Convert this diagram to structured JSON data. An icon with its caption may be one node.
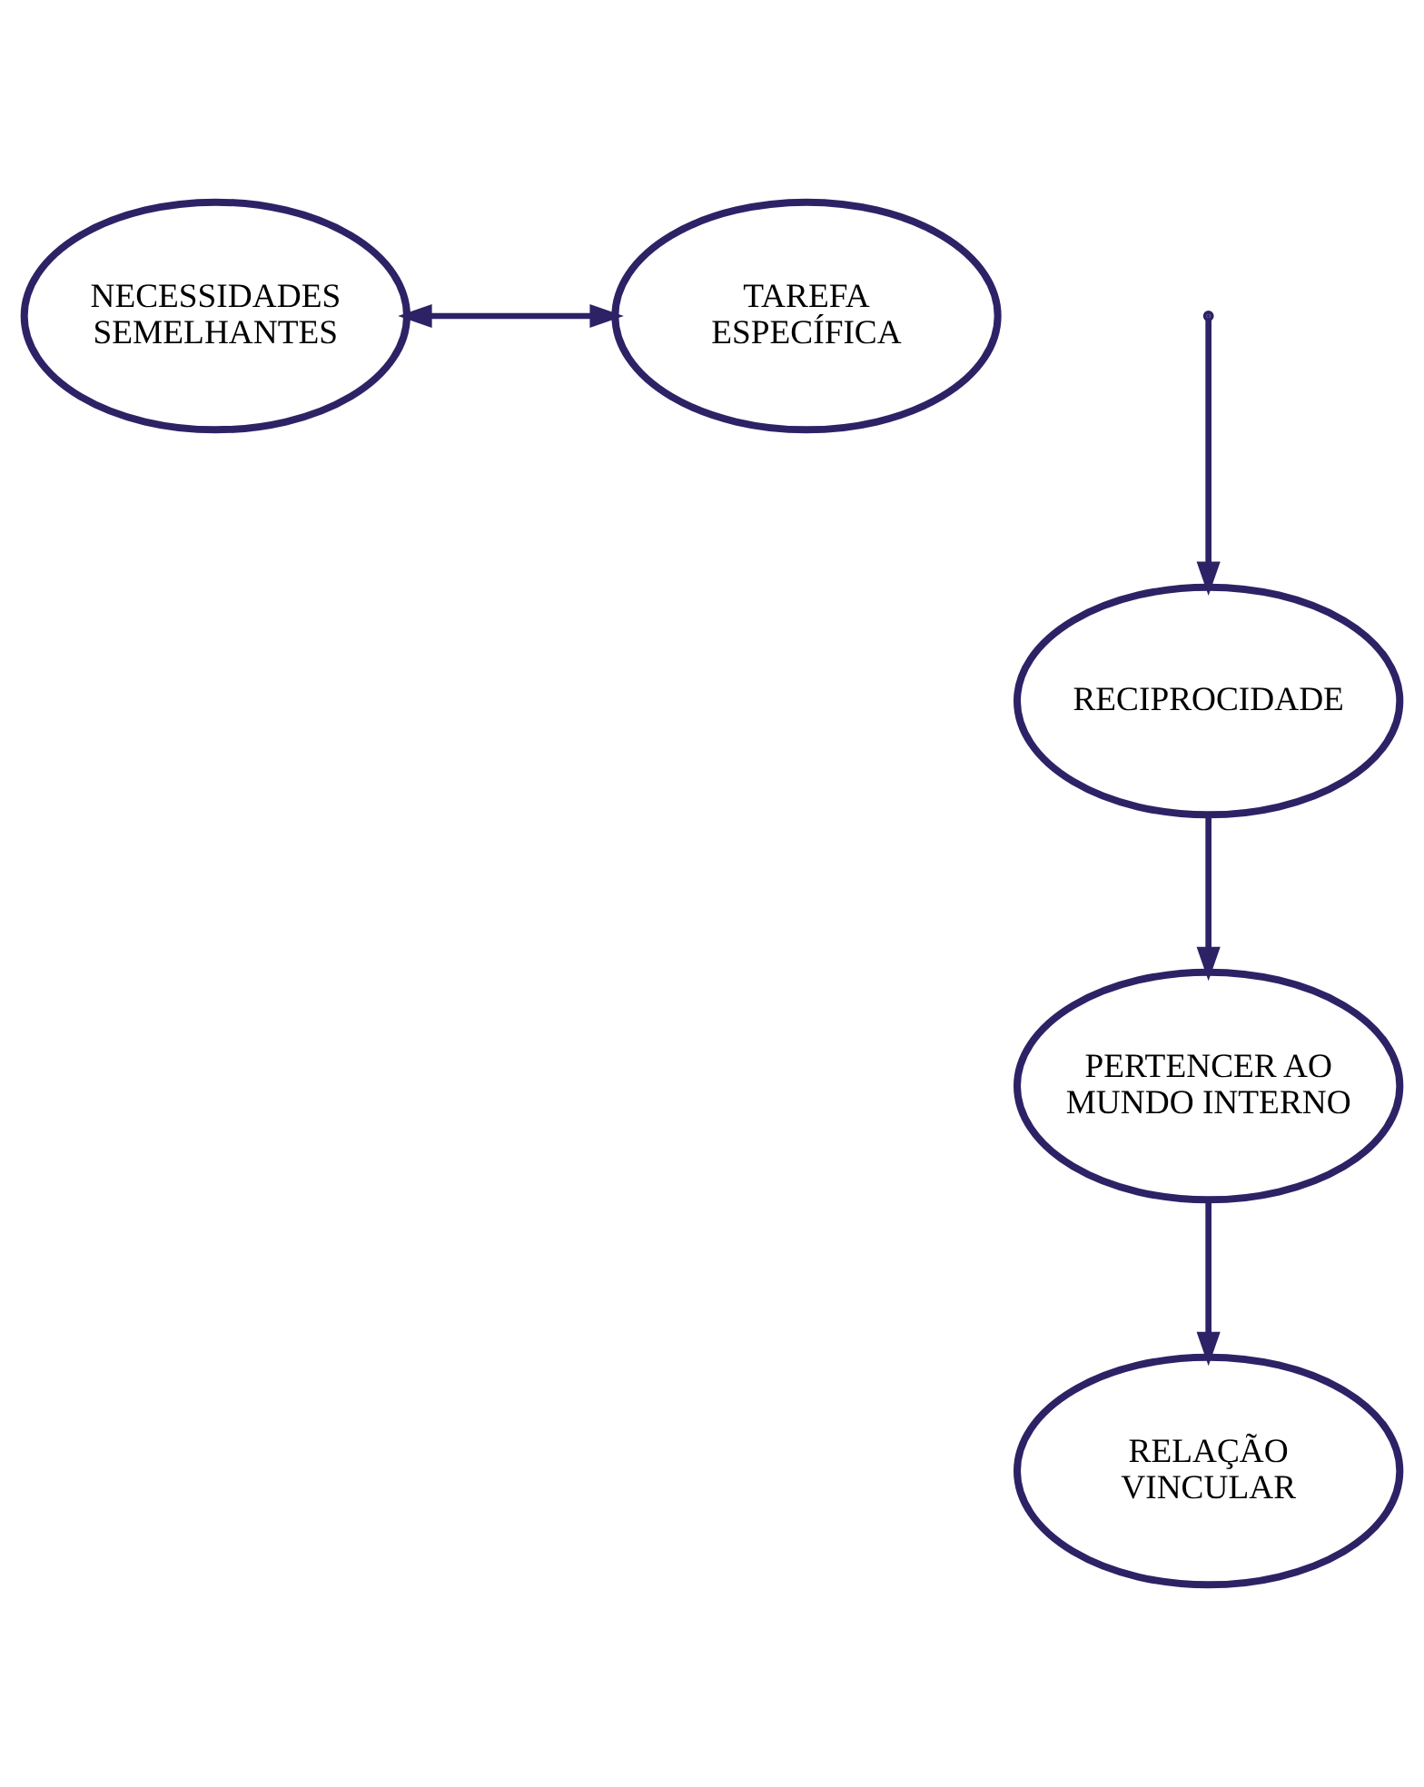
{
  "diagram": {
    "nodes": [
      {
        "text": [
          "NECESSIDADES SEMELHANTES"
        ]
      },
      {
        "text": [
          "TAREFA ESPECÍFICA"
        ]
      },
      {
        "text": [
          "RECIPROCIDADE"
        ]
      },
      {
        "text": [
          "PERTENCER AO MUNDO INTERNO"
        ]
      },
      {
        "text": [
          "RELAÇÃO VINCULAR"
        ]
      }
    ],
    "edges": [
      {
        "from": 0,
        "to": 1,
        "arrow": "both"
      },
      {
        "from": null,
        "to": 2,
        "arrow": "to"
      },
      {
        "from": 2,
        "to": 3,
        "arrow": "to"
      },
      {
        "from": 3,
        "to": 4,
        "arrow": "to"
      }
    ]
  }
}
